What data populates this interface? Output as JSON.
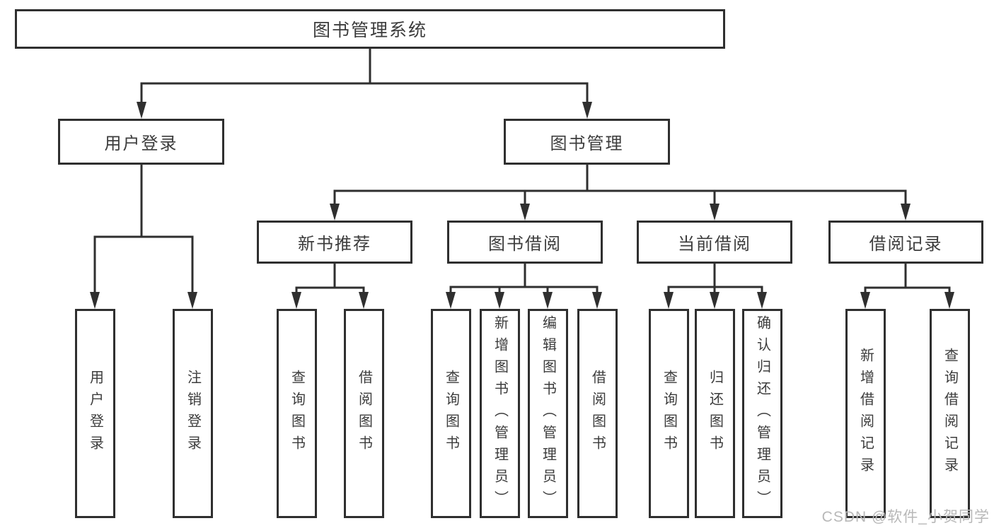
{
  "diagram": {
    "root": {
      "label": "图书管理系统"
    },
    "level2": [
      {
        "label": "用户登录",
        "parent": "图书管理系统"
      },
      {
        "label": "图书管理",
        "parent": "图书管理系统"
      }
    ],
    "level3": [
      {
        "label": "新书推荐",
        "parent": "图书管理"
      },
      {
        "label": "图书借阅",
        "parent": "图书管理"
      },
      {
        "label": "当前借阅",
        "parent": "图书管理"
      },
      {
        "label": "借阅记录",
        "parent": "图书管理"
      }
    ],
    "leaves": [
      {
        "label": "用户登录",
        "parent": "用户登录"
      },
      {
        "label": "注销登录",
        "parent": "用户登录"
      },
      {
        "label": "查询图书",
        "parent": "新书推荐"
      },
      {
        "label": "借阅图书",
        "parent": "新书推荐"
      },
      {
        "label": "查询图书",
        "parent": "图书借阅"
      },
      {
        "label": "新增图书（管理员）",
        "parent": "图书借阅"
      },
      {
        "label": "编辑图书（管理员）",
        "parent": "图书借阅"
      },
      {
        "label": "借阅图书",
        "parent": "图书借阅"
      },
      {
        "label": "查询图书",
        "parent": "当前借阅"
      },
      {
        "label": "归还图书",
        "parent": "当前借阅"
      },
      {
        "label": "确认归还（管理员）",
        "parent": "当前借阅"
      },
      {
        "label": "新增借阅记录",
        "parent": "借阅记录"
      },
      {
        "label": "查询借阅记录",
        "parent": "借阅记录"
      }
    ]
  },
  "watermark": {
    "text": "CSDN @软件_小贺同学"
  },
  "colors": {
    "line": "#2f2f2f",
    "box_border": "#2f2f2f",
    "box_fill": "#ffffff",
    "text": "#3c3c3c",
    "watermark": "#b8b8b8",
    "background": "#ffffff"
  }
}
